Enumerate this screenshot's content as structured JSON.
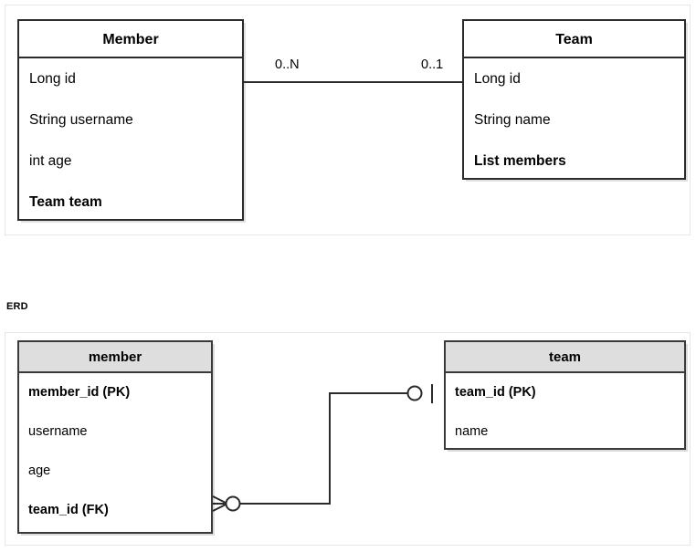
{
  "uml": {
    "classes": [
      {
        "name": "Member",
        "fields": [
          {
            "text": "Long id",
            "bold": false
          },
          {
            "text": "String username",
            "bold": false
          },
          {
            "text": "int age",
            "bold": false
          },
          {
            "text": "Team team",
            "bold": true
          }
        ]
      },
      {
        "name": "Team",
        "fields": [
          {
            "text": "Long id",
            "bold": false
          },
          {
            "text": "String name",
            "bold": false
          },
          {
            "text": "List members",
            "bold": true
          }
        ]
      }
    ],
    "association": {
      "source_multiplicity": "0..N",
      "target_multiplicity": "0..1"
    }
  },
  "erd": {
    "label": "ERD",
    "tables": [
      {
        "name": "member",
        "columns": [
          {
            "text": "member_id (PK)",
            "key": true
          },
          {
            "text": "username",
            "key": false
          },
          {
            "text": "age",
            "key": false
          },
          {
            "text": "team_id (FK)",
            "key": true
          }
        ]
      },
      {
        "name": "team",
        "columns": [
          {
            "text": "team_id (PK)",
            "key": true
          },
          {
            "text": "name",
            "key": false
          }
        ]
      }
    ],
    "relationship": {
      "member_end": "zero-or-many-crowsfoot",
      "team_end": "zero-or-one"
    }
  },
  "colors": {
    "line": "#2b2b2b",
    "erd_header_fill": "#dedede",
    "panel_border": "#e6e6e6",
    "background": "#ffffff"
  }
}
